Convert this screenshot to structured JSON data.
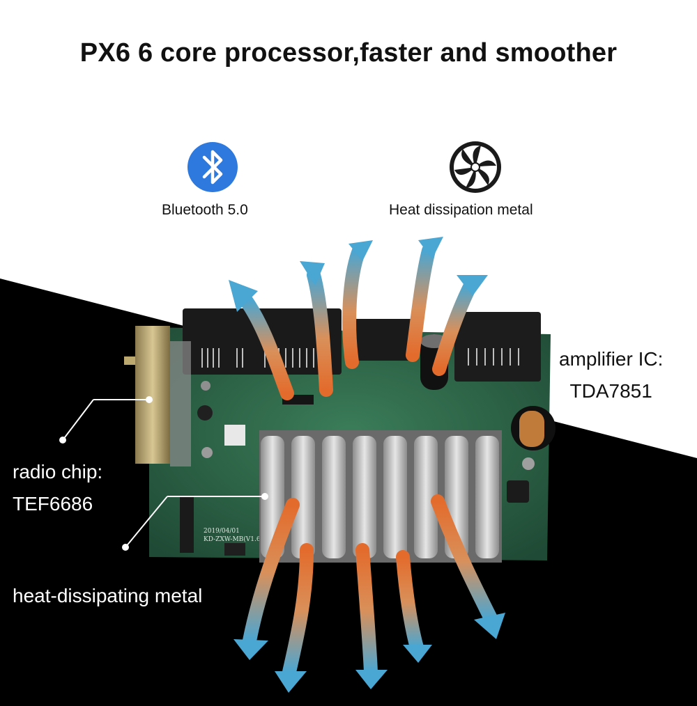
{
  "headline": "PX6 6 core processor,faster and smoother",
  "features": [
    {
      "icon": "bluetooth-icon",
      "label": "Bluetooth 5.0",
      "color": "#2e79dd"
    },
    {
      "icon": "fan-icon",
      "label": "Heat dissipation metal"
    }
  ],
  "callouts": {
    "radio_chip": {
      "line1": "radio chip:",
      "line2": "TEF6686"
    },
    "amplifier": {
      "line1": "amplifier IC:",
      "line2": "TDA7851"
    },
    "heat_metal": {
      "line1": "heat-dissipating metal"
    }
  },
  "board_silkscreen": {
    "date": "2019/04/01",
    "model": "KD-ZXW-MB(V1.6)"
  },
  "colors": {
    "background_dark": "#000000",
    "background_light": "#ffffff",
    "pcb_green": "#2f6b4c",
    "heatsink_silver": "#c9c9c9",
    "arrow_warm": "#e36b2c",
    "arrow_cool": "#4aa6d2",
    "text_light": "#ffffff",
    "text_dark": "#111111"
  }
}
